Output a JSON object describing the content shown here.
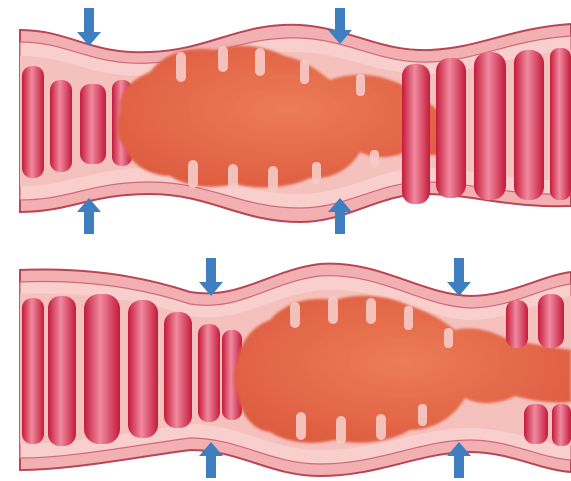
{
  "colors": {
    "background": "#ffffff",
    "wall_outer": "#f0a8ac",
    "wall_inner": "#f7c9c8",
    "wall_edge": "#c04a5c",
    "lumen": "#f4c4c0",
    "fold_dark": "#c8203f",
    "fold_mid": "#e54a68",
    "fold_light": "#f6a3b4",
    "bolus": "#e8704e",
    "bolus_light": "#f09575",
    "arrow": "#3f7fc0"
  },
  "icons": {
    "constriction_arrow": "arrow-icon"
  },
  "segments": [
    {
      "name": "intestine-segment-top",
      "constrictions": [
        "left",
        "right"
      ]
    },
    {
      "name": "intestine-segment-bottom",
      "constrictions": [
        "left",
        "right"
      ]
    }
  ]
}
